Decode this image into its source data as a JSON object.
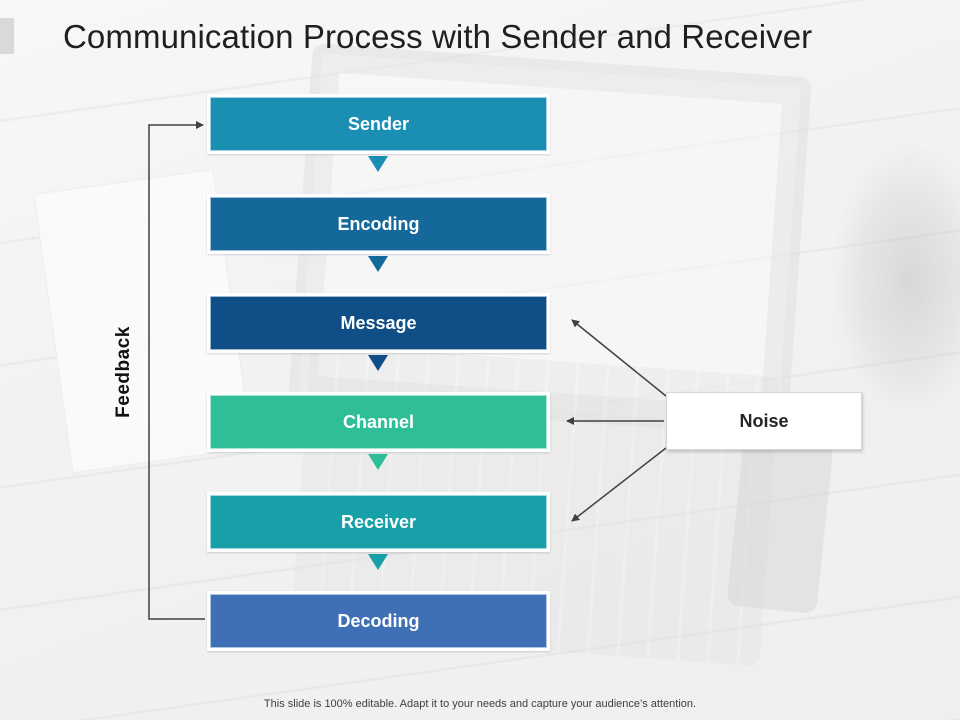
{
  "slide": {
    "title": "Communication Process with Sender and Receiver",
    "footer": "This slide is 100% editable. Adapt it to your needs and capture your audience’s attention."
  },
  "steps": [
    {
      "label": "Sender",
      "color": "#1a8fb3"
    },
    {
      "label": "Encoding",
      "color": "#14689a"
    },
    {
      "label": "Message",
      "color": "#0f4e86"
    },
    {
      "label": "Channel",
      "color": "#2fbf98"
    },
    {
      "label": "Receiver",
      "color": "#17a0a8"
    },
    {
      "label": "Decoding",
      "color": "#3f6fb5"
    }
  ],
  "noise": {
    "label": "Noise"
  },
  "feedback": {
    "label": "Feedback"
  },
  "colors": {
    "connector": "#404040"
  }
}
